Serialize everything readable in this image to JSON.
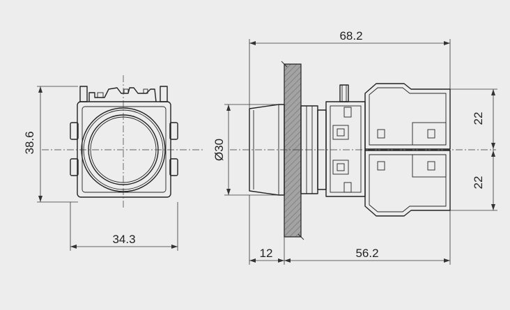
{
  "colors": {
    "background": "#ededed",
    "line": "#222222",
    "panel_fill": "#9a9a9a"
  },
  "front_view": {
    "height_label": "38.6",
    "width_label": "34.3"
  },
  "side_view": {
    "overall_length_label": "68.2",
    "diameter_label": "Ø30",
    "panel_offset_label": "12",
    "body_length_label": "56.2",
    "upper_block_label": "22",
    "lower_block_label": "22"
  }
}
